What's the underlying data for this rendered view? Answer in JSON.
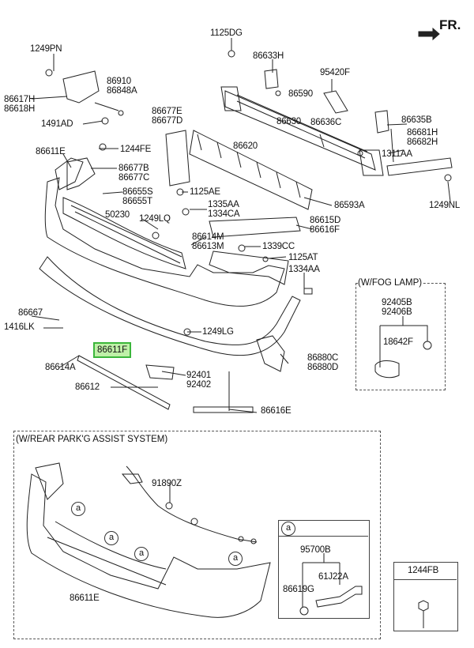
{
  "direction": {
    "label": "FR."
  },
  "highlighted_part": "86611F",
  "labels": {
    "p1125DG": "1125DG",
    "p1249PN": "1249PN",
    "p86633H": "86633H",
    "p95420F": "95420F",
    "p86910": "86910",
    "p86848A": "86848A",
    "p86617H": "86617H",
    "p86618H": "86618H",
    "p86590": "86590",
    "p86677E": "86677E",
    "p86677D": "86677D",
    "p86630": "86630",
    "p86636C": "86636C",
    "p86635B": "86635B",
    "p1491AD": "1491AD",
    "p86681H": "86681H",
    "p86682H": "86682H",
    "p86620": "86620",
    "p1244FE": "1244FE",
    "p1311AA": "1311AA",
    "p86611E": "86611E",
    "p86677B": "86677B",
    "p86677C": "86677C",
    "p86655S": "86655S",
    "p86655T": "86655T",
    "p1125AE": "1125AE",
    "p86593A": "86593A",
    "p1249NL": "1249NL",
    "p1335AA": "1335AA",
    "p1334CA": "1334CA",
    "p50230": "50230",
    "p1249LQ": "1249LQ",
    "p86615D": "86615D",
    "p86616F": "86616F",
    "p86614M": "86614M",
    "p86613M": "86613M",
    "p1339CC": "1339CC",
    "p1125AT": "1125AT",
    "p1334AA": "1334AA",
    "p86667": "86667",
    "p1416LK": "1416LK",
    "p1249LG": "1249LG",
    "p86880C": "86880C",
    "p86880D": "86880D",
    "p86614A": "86614A",
    "p92401": "92401",
    "p92402": "92402",
    "p86612": "86612",
    "p86616E": "86616E",
    "p92405B": "92405B",
    "p92406B": "92406B",
    "p18642F": "18642F",
    "p91890Z": "91890Z",
    "p95700B": "95700B",
    "p86619G": "86619G",
    "p61J22A": "61J22A",
    "p86611E_b": "86611E",
    "p1244FB": "1244FB"
  },
  "fog_lamp_box": {
    "title": "(W/FOG LAMP)"
  },
  "park_assist_box": {
    "title": "(W/REAR PARK'G ASSIST SYSTEM)"
  },
  "callout_letter": "a"
}
